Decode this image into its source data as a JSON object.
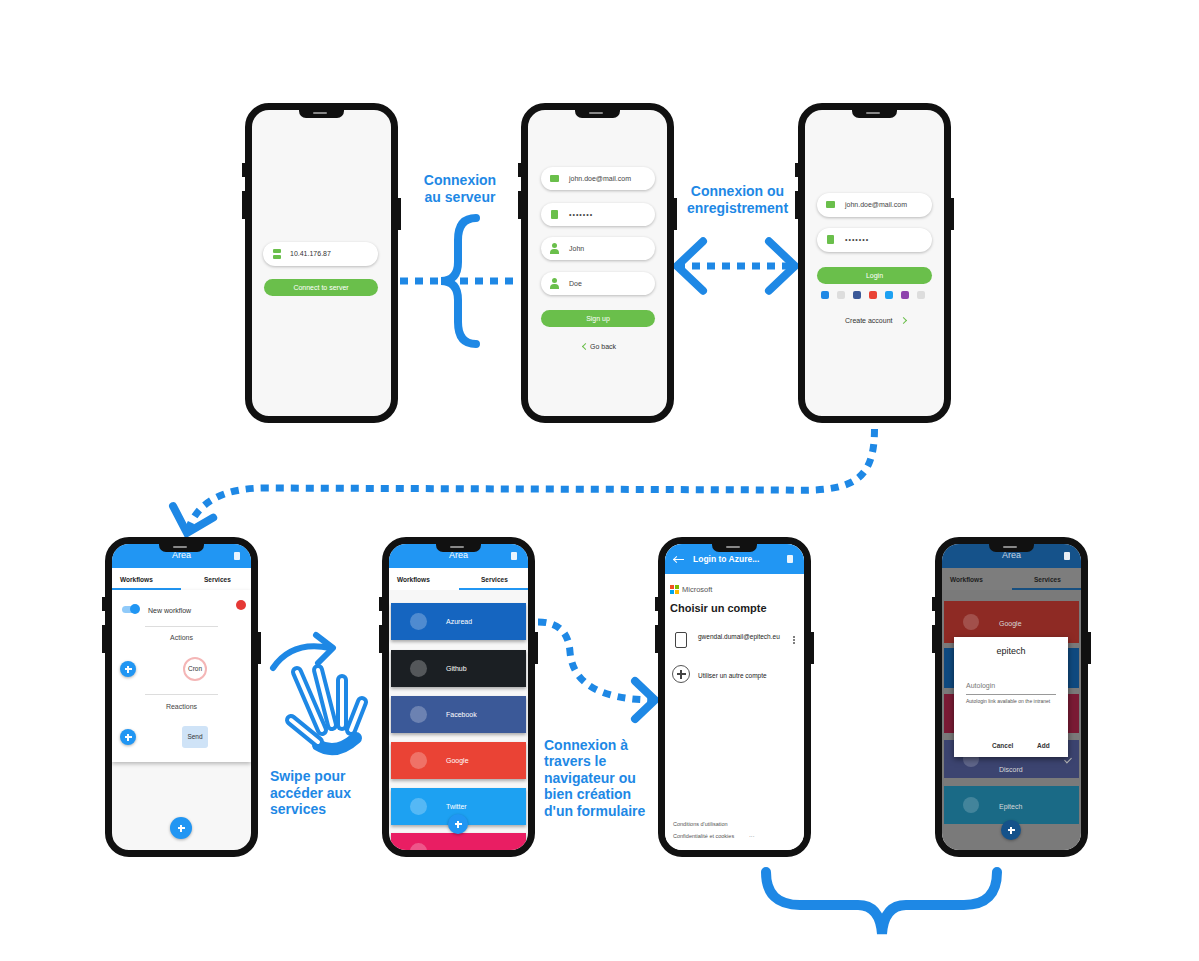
{
  "diagram": {
    "nodes": [
      {
        "text": [
          "10.41.176.87",
          "Connect to server"
        ]
      },
      {
        "text": [
          "john.doe@mail.com",
          "•••••••",
          "John",
          "Doe",
          "Sign up",
          "Go back"
        ]
      },
      {
        "text": [
          "john.doe@mail.com",
          "•••••••",
          "Login",
          "Create account"
        ]
      },
      {
        "text": [
          "Area",
          "Workflows",
          "Services",
          "New workflow",
          "Actions",
          "Cron",
          "Reactions",
          "Send"
        ]
      },
      {
        "text": [
          "Area",
          "Workflows",
          "Services",
          "Azuread",
          "Github",
          "Facebook",
          "Google",
          "Twitter"
        ]
      },
      {
        "text": [
          "Login to Azure...",
          "Microsoft",
          "Choisir un compte",
          "gwendal.dumail@epitech.eu",
          "Utiliser un autre compte",
          "Conditions d'utilisation",
          "Confidentialité et cookies",
          "···"
        ]
      },
      {
        "text": [
          "Area",
          "Workflows",
          "Services",
          "Google",
          "epitech",
          "Autologin",
          "Autologin link available on the intranet",
          "Cancel",
          "Add",
          "Discord",
          "Epitech"
        ]
      }
    ],
    "edges": [
      {
        "from": 0,
        "to": 1,
        "arrow": "none"
      },
      {
        "from": 1,
        "to": 2,
        "arrow": "both"
      },
      {
        "from": 2,
        "to": 3,
        "arrow": "to"
      },
      {
        "from": 4,
        "to": 5,
        "arrow": "to"
      }
    ],
    "labels": [
      "Connexion au serveur",
      "Connexion ou enregistrement",
      "Swipe pour accéder aux services",
      "Connexion à travers le navigateur ou bien création d'un formulaire"
    ]
  }
}
